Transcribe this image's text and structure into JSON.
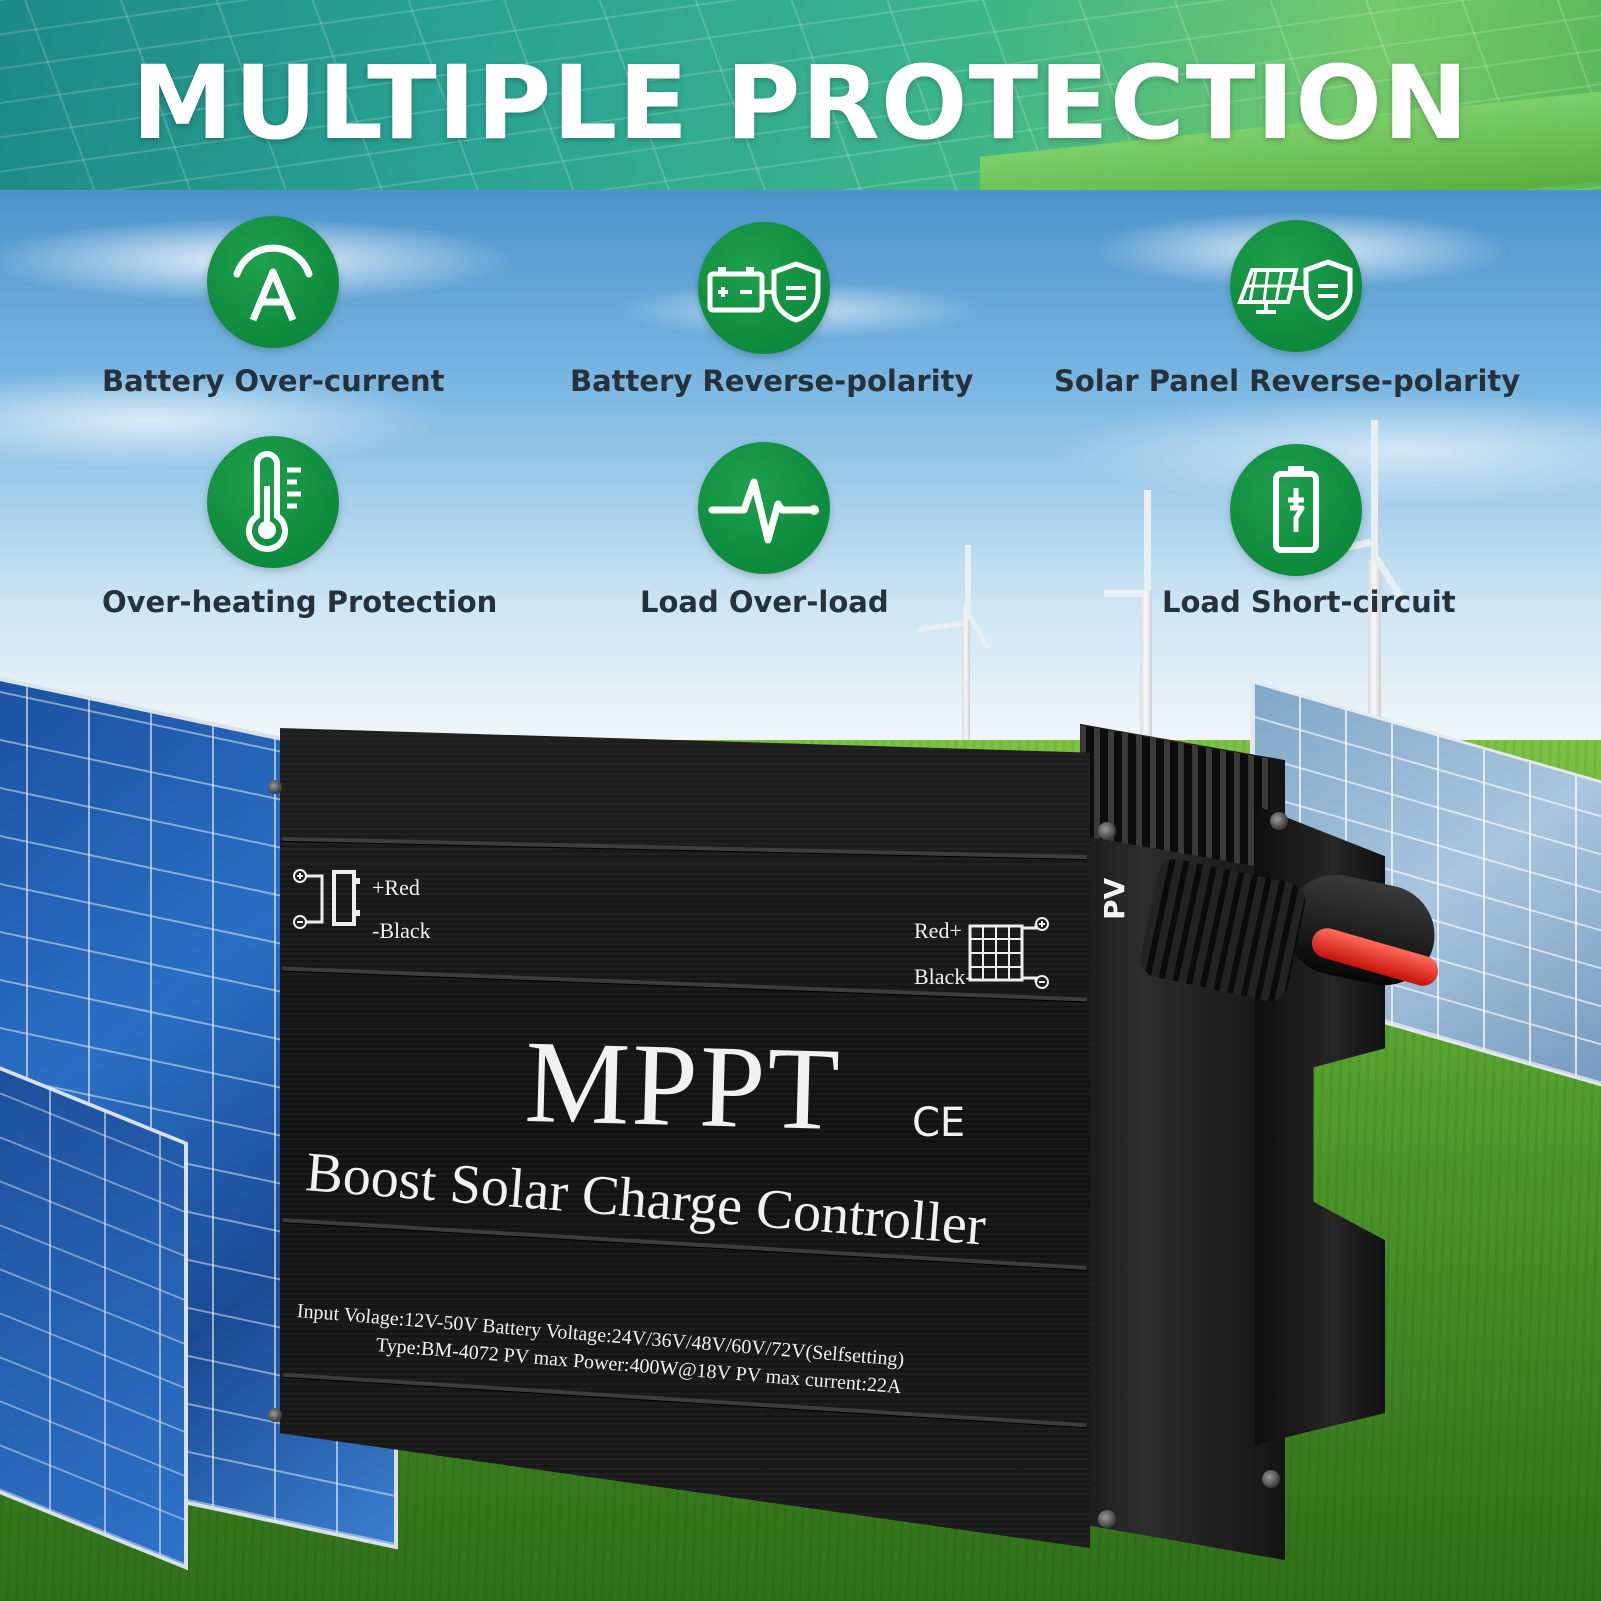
{
  "banner": {
    "title": "MULTIPLE PROTECTION"
  },
  "features": [
    {
      "label": "Battery Over-current",
      "icon": "ampere-icon"
    },
    {
      "label": "Battery Reverse-polarity",
      "icon": "battery-shield-icon"
    },
    {
      "label": "Solar Panel Reverse-polarity",
      "icon": "solar-panel-shield-icon"
    },
    {
      "label": "Over-heating Protection",
      "icon": "thermometer-icon"
    },
    {
      "label": "Load Over-load",
      "icon": "pulse-icon"
    },
    {
      "label": "Load Short-circuit",
      "icon": "battery-plug-icon"
    }
  ],
  "device": {
    "title": "MPPT",
    "ce_mark": "CE",
    "subtitle": "Boost Solar Charge Controller",
    "spec_line_1": "Input Volage:12V-50V   Battery Voltage:24V/36V/48V/60V/72V(Selfsetting)",
    "spec_line_2": "Type:BM-4072 PV max Power:400W@18V   PV max current:22A",
    "battery_red": "+Red",
    "battery_black": "-Black",
    "panel_red": "Red+",
    "panel_black": "Black-",
    "pv_label": "PV"
  },
  "colors": {
    "icon_green": "#0d8a3c",
    "label_text": "#27313a",
    "banner_text": "#ffffff"
  }
}
